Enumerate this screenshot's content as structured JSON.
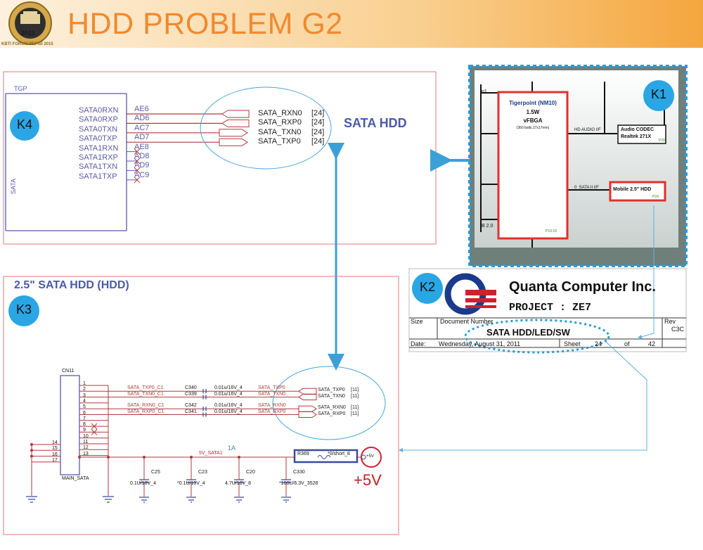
{
  "header": {
    "title": "HDD PROBLEM G2",
    "logo_year": "2011",
    "logo_caption": "KBTI FORUM REFISI 2015",
    "colors": {
      "title": "#f08a2e",
      "band_start": "#fbe7c8",
      "band_end": "#f6b04d"
    }
  },
  "k4": {
    "badge": "K4",
    "block_title": "TGP",
    "side_label": "SATA",
    "pins": [
      {
        "name": "SATA0RXN",
        "ball": "AE6"
      },
      {
        "name": "SATA0RXP",
        "ball": "AD6"
      },
      {
        "name": "SATA0TXN",
        "ball": "AC7"
      },
      {
        "name": "SATA0TXP",
        "ball": "AD7"
      },
      {
        "name": "SATA1RXN",
        "ball": "AE8"
      },
      {
        "name": "SATA1RXP",
        "ball": "AD8"
      },
      {
        "name": "SATA1TXN",
        "ball": "AD9"
      },
      {
        "name": "SATA1TXP",
        "ball": "AC9"
      }
    ],
    "signals": [
      {
        "name": "SATA_RXN0",
        "ref": "[24]"
      },
      {
        "name": "SATA_RXP0",
        "ref": "[24]"
      },
      {
        "name": "SATA_TXN0",
        "ref": "[24]"
      },
      {
        "name": "SATA_TXP0",
        "ref": "[24]"
      }
    ],
    "caption": "SATA HDD"
  },
  "k1": {
    "badge": "K1",
    "chip_title": "Tigerpoint (NM10)",
    "chip_power": "1.5W",
    "chip_pkg": "vFBGA",
    "chip_balls": "(360 balls,17x17mm)",
    "chip_page": "P10-15",
    "left_label_1": "n1",
    "left_label_2": "B 2.0",
    "audio_link": "HD AUDIO I/F",
    "audio_codec_1": "Audio CODEC",
    "audio_codec_2": "Realtek 271X",
    "audio_page": "P20",
    "sata_link": "0  SATA II I/F",
    "hdd_label": "Mobile 2.5\" HDD",
    "hdd_page": "P24"
  },
  "k2": {
    "badge": "K2",
    "company": "Quanta Computer Inc.",
    "project": "PROJECT : ZE7",
    "size_label": "Size",
    "docnum_label": "Document Number",
    "rev_label": "Rev",
    "rev_value": "C3C",
    "doc_title": "SATA HDD/LED/SW",
    "date_label": "Date:",
    "date_value": "Wednesday, August 31, 2011",
    "sheet_label": "Sheet",
    "sheet_num": "24",
    "of_label": "of",
    "sheet_total": "42"
  },
  "k3": {
    "badge": "K3",
    "title": "2.5\" SATA HDD (HDD)",
    "connector": "CN11",
    "connector_name": "MAIN_SATA",
    "left_pins": [
      "1",
      "2",
      "3",
      "4",
      "5",
      "6",
      "7",
      "8",
      "9",
      "10",
      "11",
      "12",
      "13"
    ],
    "ground_pins": [
      "14",
      "15",
      "16",
      "17"
    ],
    "nets": [
      {
        "net": "SATA_TXP0_C1",
        "cap": "C340",
        "val": "0.01u/16V_4",
        "sig": "SATA_TXP0",
        "out": "SATA_TXP0",
        "ref": "[11]"
      },
      {
        "net": "SATA_TXN0_C1",
        "cap": "C339",
        "val": "0.01u/16V_4",
        "sig": "SATA_TXN0",
        "out": "SATA_TXN0",
        "ref": "[11]"
      },
      {
        "net": "SATA_RXN0_C1",
        "cap": "C342",
        "val": "0.01u/16V_4",
        "sig": "SATA_RXN0",
        "out": "SATA_RXN0",
        "ref": "[11]"
      },
      {
        "net": "SATA_RXP0_C1",
        "cap": "C341",
        "val": "0.01u/16V_4",
        "sig": "SATA_RXP0",
        "out": "SATA_RXP0",
        "ref": "[11]"
      }
    ],
    "power_net": "5V_SATA1",
    "current": "1A",
    "resistor": "R369",
    "resistor_val": "*0/short_8",
    "rail_small": "+5V",
    "rail_big": "+5V",
    "caps": [
      {
        "ref": "C25",
        "val": "0.1U/10V_4"
      },
      {
        "ref": "C23",
        "val": "*0.1U/10V_4"
      },
      {
        "ref": "C20",
        "val": "4.7U/10V_8"
      },
      {
        "ref": "C330",
        "val": "*100U/6.3V_3528"
      }
    ]
  }
}
